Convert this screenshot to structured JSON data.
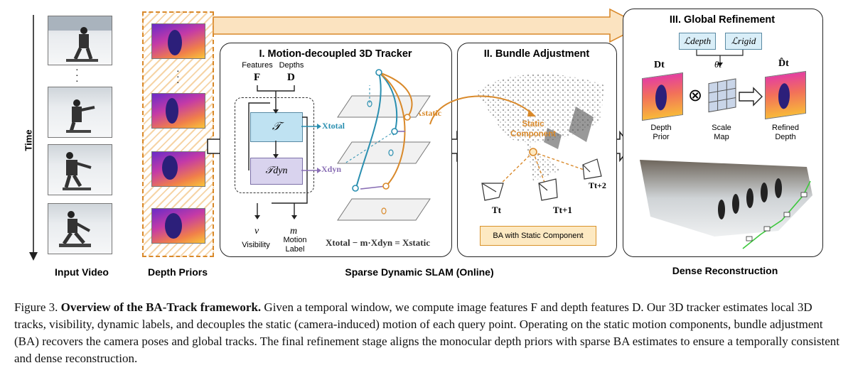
{
  "figure": {
    "time_label": "Time",
    "bottom_labels": {
      "input_video": "Input Video",
      "depth_priors": "Depth Priors",
      "sparse_slam": "Sparse Dynamic SLAM (Online)",
      "dense": "Dense Reconstruction"
    },
    "tracker": {
      "title": "I. Motion-decoupled 3D Tracker",
      "features_label": "Features",
      "depths_label": "Depths",
      "F": "F",
      "D": "D",
      "T": "𝒯",
      "Tdyn": "𝒯dyn",
      "x_total": "Xtotal",
      "x_dyn": "Xdyn",
      "x_static": "Xstatic",
      "v": "v",
      "m": "m",
      "visibility": "Visibility",
      "motion_label": "Motion Label",
      "equation": "Xtotal − m·Xdyn = Xstatic"
    },
    "ba": {
      "title": "II. Bundle Adjustment",
      "static_component": "Static Component",
      "t_t": "Tt",
      "t_t1": "Tt+1",
      "t_t2": "Tt+2",
      "caption_box": "BA with Static Component"
    },
    "refine": {
      "title": "III. Global Refinement",
      "l_depth": "ℒdepth",
      "l_rigid": "ℒrigid",
      "theta": "θt",
      "D_t": "Dt",
      "D_hat": "D̂t",
      "depth_prior": "Depth Prior",
      "scale_map": "Scale Map",
      "refined_depth": "Refined Depth",
      "otimes": "⊗"
    }
  },
  "caption": {
    "lead": "Figure 3. ",
    "bold": "Overview of the BA-Track framework.",
    "text": " Given a temporal window, we compute image features F and depth features D. Our 3D tracker estimates local 3D tracks, visibility, dynamic labels, and decouples the static (camera-induced) motion of each query point. Operating on the static motion components, bundle adjustment (BA) recovers the camera poses and global tracks. The final refinement stage aligns the monocular depth priors with sparse BA estimates to ensure a temporally consistent and dense reconstruction."
  },
  "colors": {
    "blue": "#2a8fb0",
    "orange": "#d9892a",
    "purple": "#8a6fb5"
  }
}
